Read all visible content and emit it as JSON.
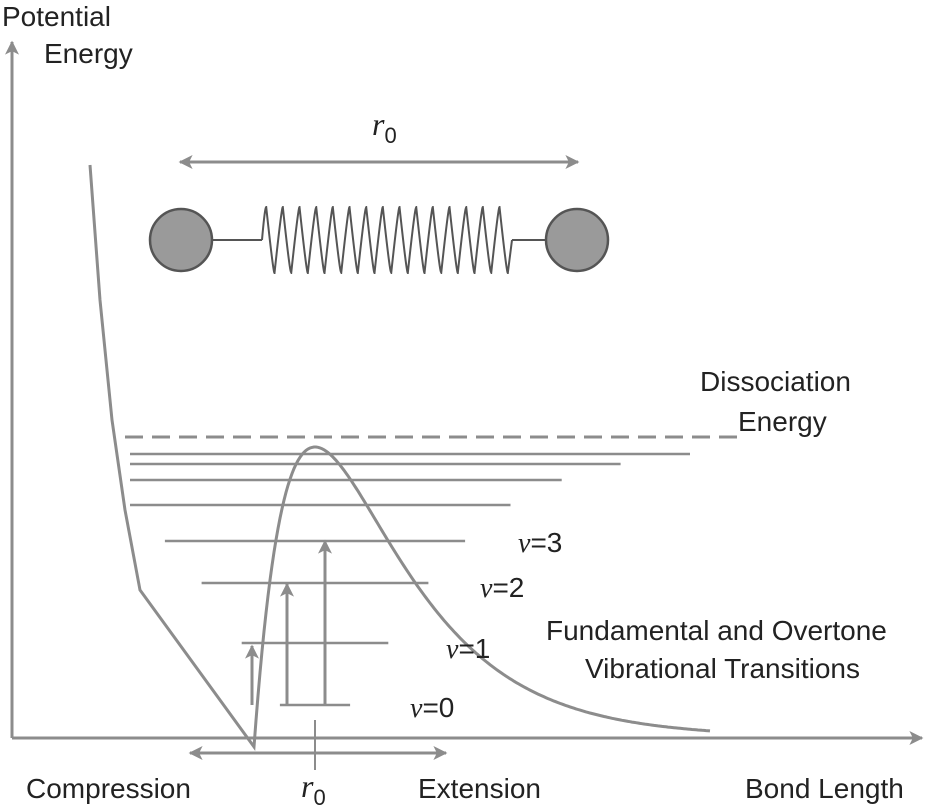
{
  "axes": {
    "y_label_line1": "Potential",
    "y_label_line2": "Energy",
    "x_label": "Bond Length"
  },
  "molecule": {
    "bond_length_symbol": "r",
    "bond_length_subscript": "0"
  },
  "dissociation": {
    "label_line1": "Dissociation",
    "label_line2": "Energy"
  },
  "levels": [
    {
      "symbol": "v",
      "eq": "=",
      "value": "0"
    },
    {
      "symbol": "v",
      "eq": "=",
      "value": "1"
    },
    {
      "symbol": "v",
      "eq": "=",
      "value": "2"
    },
    {
      "symbol": "v",
      "eq": "=",
      "value": "3"
    }
  ],
  "transitions": {
    "label_line1": "Fundamental and Overtone",
    "label_line2": "Vibrational Transitions"
  },
  "bottom": {
    "compression_label": "Compression",
    "extension_label": "Extension",
    "equilibrium_symbol": "r",
    "equilibrium_subscript": "0"
  },
  "colors": {
    "line": "#8c8c8c",
    "text": "#222222",
    "atom_fill": "#9a9a9a",
    "atom_stroke": "#555555",
    "spring": "#555555"
  }
}
